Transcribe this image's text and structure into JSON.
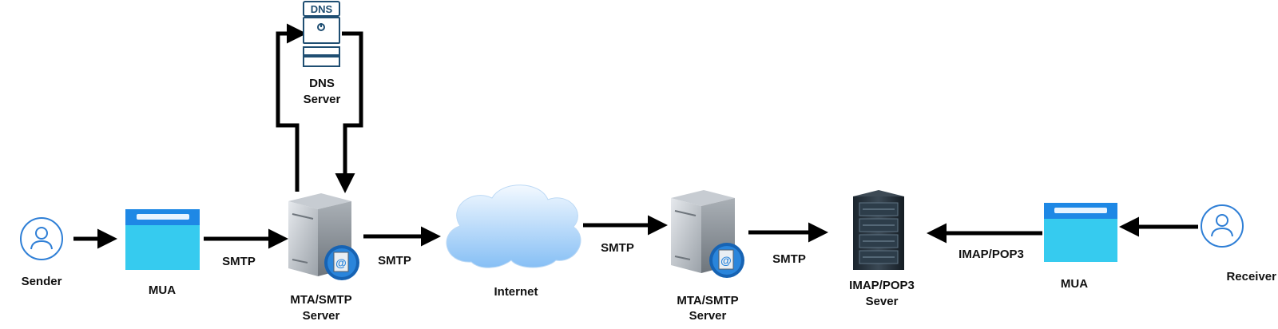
{
  "nodes": {
    "sender": "Sender",
    "mua_sender": "MUA",
    "mta_sender_line1": "MTA/SMTP",
    "mta_sender_line2": "Server",
    "dns_badge": "DNS",
    "dns_line1": "DNS",
    "dns_line2": "Server",
    "internet": "Internet",
    "mta_receiver_line1": "MTA/SMTP",
    "mta_receiver_line2": "Server",
    "imap_line1": "IMAP/POP3",
    "imap_line2": "Sever",
    "mua_receiver": "MUA",
    "receiver": "Receiver"
  },
  "edges": {
    "mua_to_mta": "SMTP",
    "mta_to_internet": "SMTP",
    "internet_to_mta": "SMTP",
    "mta_to_imap": "SMTP",
    "mua_to_imap": "IMAP/POP3"
  },
  "colors": {
    "person_stroke": "#2f7fd6",
    "mua_top": "#1e88e5",
    "mua_body": "#36cbef",
    "dns_stroke": "#1f4e72",
    "cloud_top": "#eef6ff",
    "cloud_bottom": "#8ec5f7",
    "server_light": "#d7dbe0",
    "server_dark": "#8e959c",
    "badge_blue": "#1763b3",
    "rack_dark": "#1b2630",
    "arrow": "#000000"
  }
}
